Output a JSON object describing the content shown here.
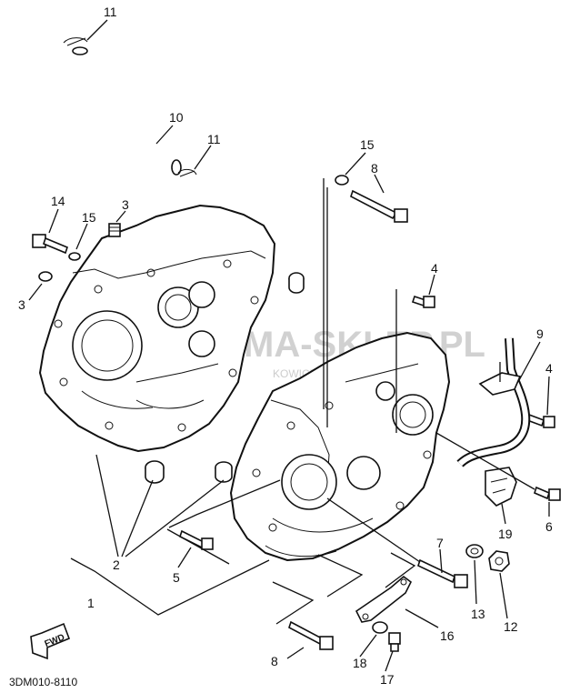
{
  "callouts": {
    "c11a": "11",
    "c10": "10",
    "c11b": "11",
    "c15a": "15",
    "c8a": "8",
    "c14": "14",
    "c15b": "15",
    "c3a": "3",
    "c3b": "3",
    "c4a": "4",
    "c9": "9",
    "c4b": "4",
    "c2": "2",
    "c1": "1",
    "c5": "5",
    "c7": "7",
    "c6": "6",
    "c19": "19",
    "c13": "13",
    "c12": "12",
    "c16": "16",
    "c8b": "8",
    "c18": "18",
    "c17": "17"
  },
  "fwd_label": "FWD",
  "diagram_code": "3DM010-8110",
  "watermark": {
    "main": "MA-SKLEP.PL",
    "sub": "KOWICZ Y          YAMAHA"
  }
}
